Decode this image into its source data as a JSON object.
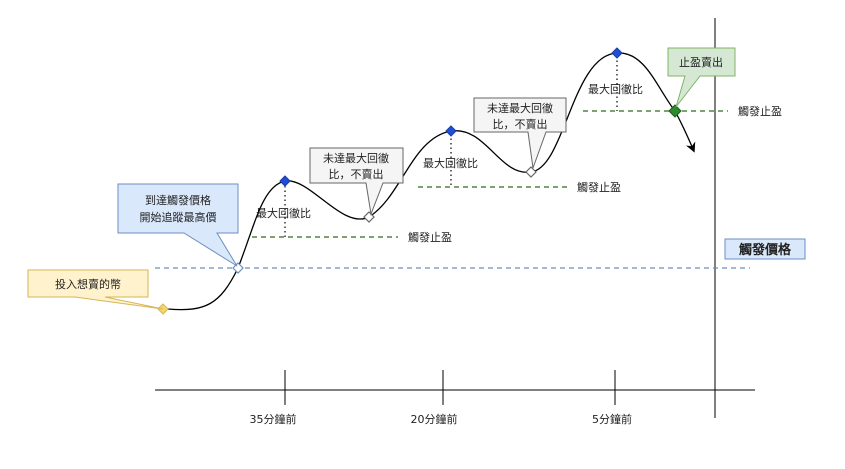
{
  "diagram": {
    "x_axis_ticks": [
      "35分鐘前",
      "20分鐘前",
      "5分鐘前"
    ],
    "trigger_price_label": "觸發價格",
    "max_pullback_labels": [
      "最大回徹比",
      "最大回徹比",
      "最大回徹比"
    ],
    "take_profit_labels": [
      "觸發止盈",
      "觸發止盈",
      "觸發止盈"
    ],
    "callouts": {
      "buy": "投入想賣的幣",
      "start_tracking_line1": "到達觸發價格",
      "start_tracking_line2": "開始追蹤最高價",
      "no_sell_1_line1": "未達最大回徹",
      "no_sell_1_line2": "比，不賣出",
      "no_sell_2_line1": "未達最大回徹",
      "no_sell_2_line2": "比，不賣出",
      "sell": "止盈賣出"
    },
    "colors": {
      "price_line": "#000000",
      "trigger_dashed": "#6c8ebf",
      "take_profit_dashed": "#2d6a1f",
      "peak_marker": "#1f4fd8",
      "sell_marker": "#2e8b2e",
      "buy_marker": "#f5d76e",
      "buy_callout_fill": "#fff2cc",
      "buy_callout_stroke": "#d6b656",
      "tracking_callout_fill": "#dae8fc",
      "tracking_callout_stroke": "#6c8ebf",
      "nosell_callout_fill": "#f5f5f5",
      "nosell_callout_stroke": "#666666",
      "sell_callout_fill": "#d5e8d4",
      "sell_callout_stroke": "#82b366"
    }
  }
}
